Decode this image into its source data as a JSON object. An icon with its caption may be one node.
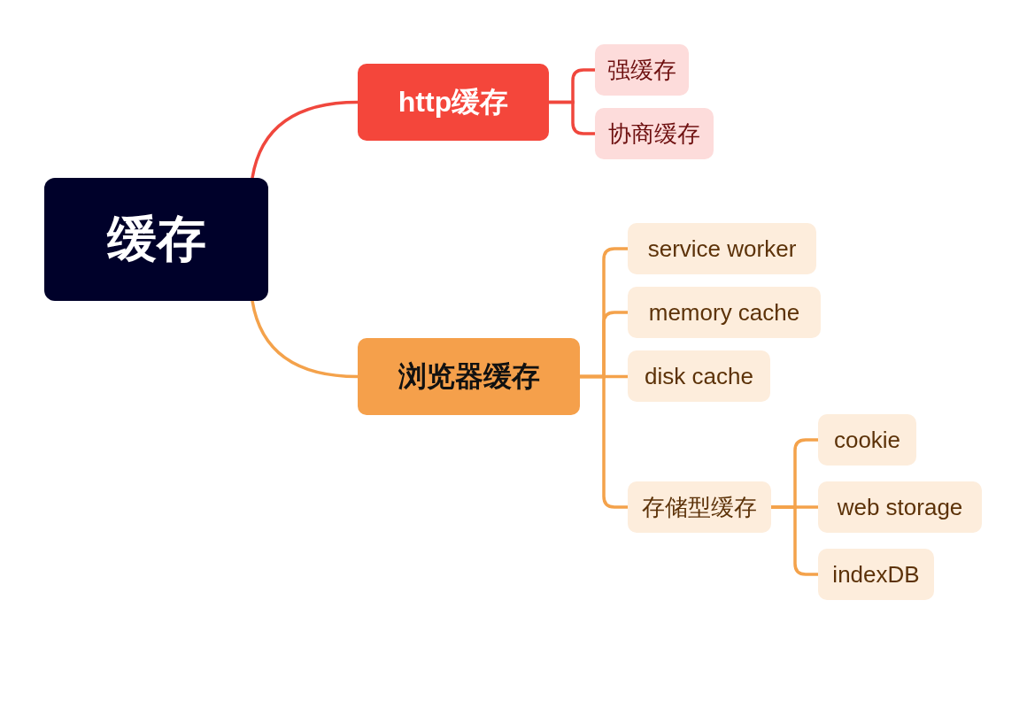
{
  "diagram": {
    "nodes": [
      {
        "text": [
          "缓存"
        ]
      },
      {
        "text": [
          "http缓存"
        ]
      },
      {
        "text": [
          "强缓存"
        ]
      },
      {
        "text": [
          "协商缓存"
        ]
      },
      {
        "text": [
          "浏览器缓存"
        ]
      },
      {
        "text": [
          "service worker"
        ]
      },
      {
        "text": [
          "memory cache"
        ]
      },
      {
        "text": [
          "disk cache"
        ]
      },
      {
        "text": [
          "存储型缓存"
        ]
      },
      {
        "text": [
          "cookie"
        ]
      },
      {
        "text": [
          "web storage"
        ]
      },
      {
        "text": [
          "indexDB"
        ]
      }
    ],
    "edges": [
      {
        "from": 0,
        "to": 1,
        "arrow": "none",
        "color": "#f0473d"
      },
      {
        "from": 0,
        "to": 4,
        "arrow": "none"
      },
      {
        "from": 1,
        "to": 2,
        "arrow": "none",
        "color": "#f0473d"
      },
      {
        "from": 1,
        "to": 3,
        "arrow": "none",
        "color": "#f0473d"
      },
      {
        "from": 4,
        "to": 5,
        "arrow": "none"
      },
      {
        "from": 4,
        "to": 6,
        "arrow": "none"
      },
      {
        "from": 4,
        "to": 7,
        "arrow": "none"
      },
      {
        "from": 4,
        "to": 8,
        "arrow": "none"
      },
      {
        "from": 8,
        "to": 9,
        "arrow": "none"
      },
      {
        "from": 8,
        "to": 10,
        "arrow": "none"
      },
      {
        "from": 8,
        "to": 11,
        "arrow": "none"
      }
    ]
  }
}
